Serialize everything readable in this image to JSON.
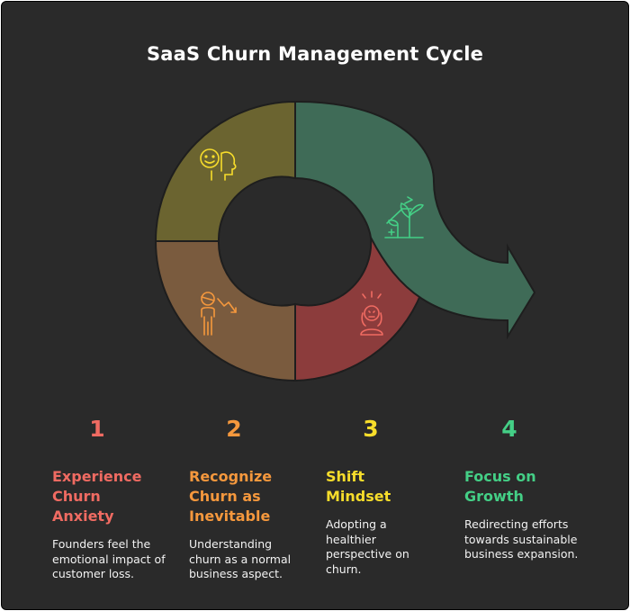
{
  "title": "SaaS Churn Management Cycle",
  "colors": {
    "background": "#2a2a2a",
    "step1": "#f06b62",
    "step2": "#f5983d",
    "step3": "#f7dd2b",
    "step4": "#44cf86",
    "seg_top_left": "#6b6430",
    "seg_bottom_left": "#7a5b3e",
    "seg_bottom_right": "#8c3c3c",
    "seg_arrow": "#3f6b57"
  },
  "icons": [
    "happy-face-icon",
    "falling-person-icon",
    "stressed-person-icon",
    "growing-plant-icon"
  ],
  "steps": [
    {
      "number": "1",
      "heading": "Experience Churn Anxiety",
      "description": "Founders feel the emotional impact of customer loss."
    },
    {
      "number": "2",
      "heading": "Recognize Churn as Inevitable",
      "description": "Understanding churn as a normal business aspect."
    },
    {
      "number": "3",
      "heading": "Shift Mindset",
      "description": "Adopting a healthier perspective on churn."
    },
    {
      "number": "4",
      "heading": "Focus on Growth",
      "description": "Redirecting efforts towards sustainable business expansion."
    }
  ]
}
